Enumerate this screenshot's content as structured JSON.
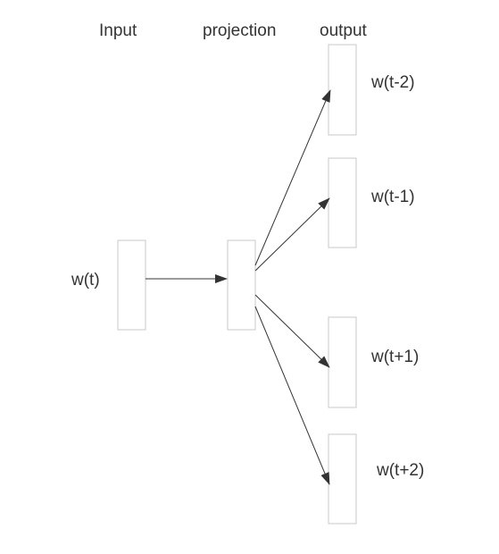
{
  "headers": {
    "input": "Input",
    "projection": "projection",
    "output": "output"
  },
  "input_word": "w(t)",
  "output_words": [
    "w(t-2)",
    "w(t-1)",
    "w(t+1)",
    "w(t+2)"
  ],
  "colors": {
    "box_border": "#c8c8c8",
    "line": "#333333",
    "text": "#333333",
    "background": "#ffffff"
  }
}
